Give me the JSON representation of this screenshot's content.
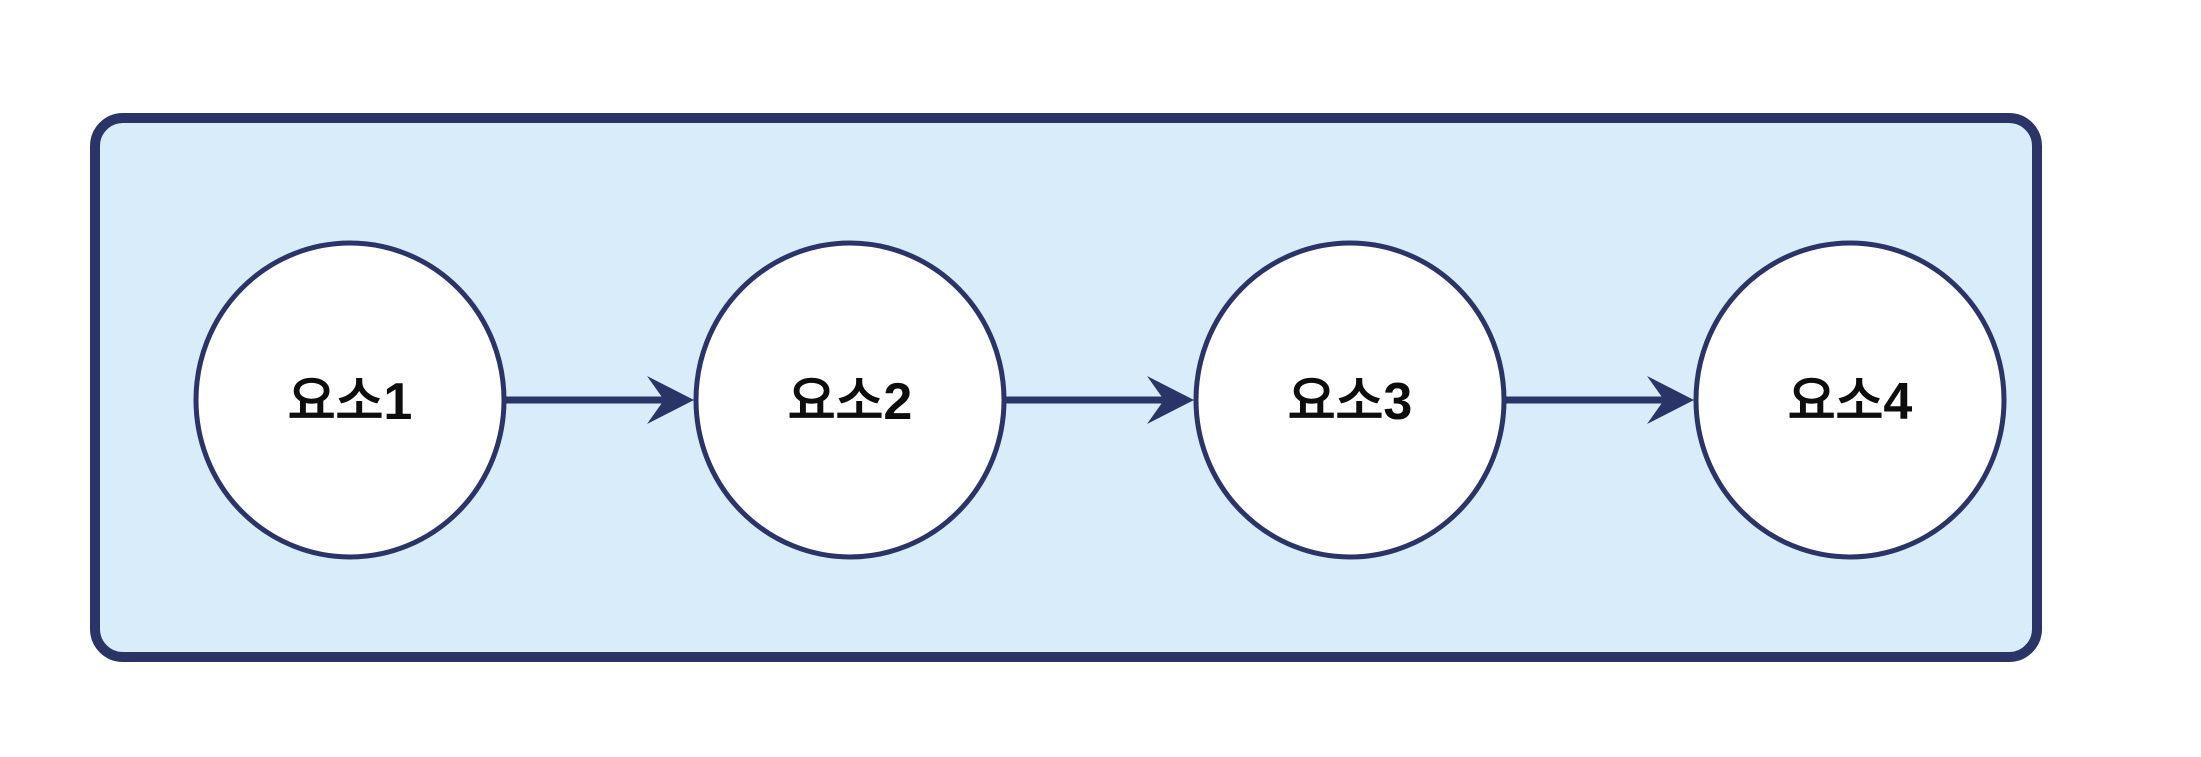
{
  "diagram": {
    "kind": "linear-flow",
    "nodes": [
      {
        "id": "node-1",
        "label": "요소1"
      },
      {
        "id": "node-2",
        "label": "요소2"
      },
      {
        "id": "node-3",
        "label": "요소3"
      },
      {
        "id": "node-4",
        "label": "요소4"
      }
    ],
    "connections": [
      {
        "from": "요소1",
        "to": "요소2"
      },
      {
        "from": "요소2",
        "to": "요소3"
      },
      {
        "from": "요소3",
        "to": "요소4"
      }
    ],
    "colors": {
      "outline": "#2b3467",
      "container_fill": "#d9ecf9",
      "node_fill": "#ffffff",
      "label_text": "#0d0d0d",
      "page_background": "#ffffff"
    }
  }
}
